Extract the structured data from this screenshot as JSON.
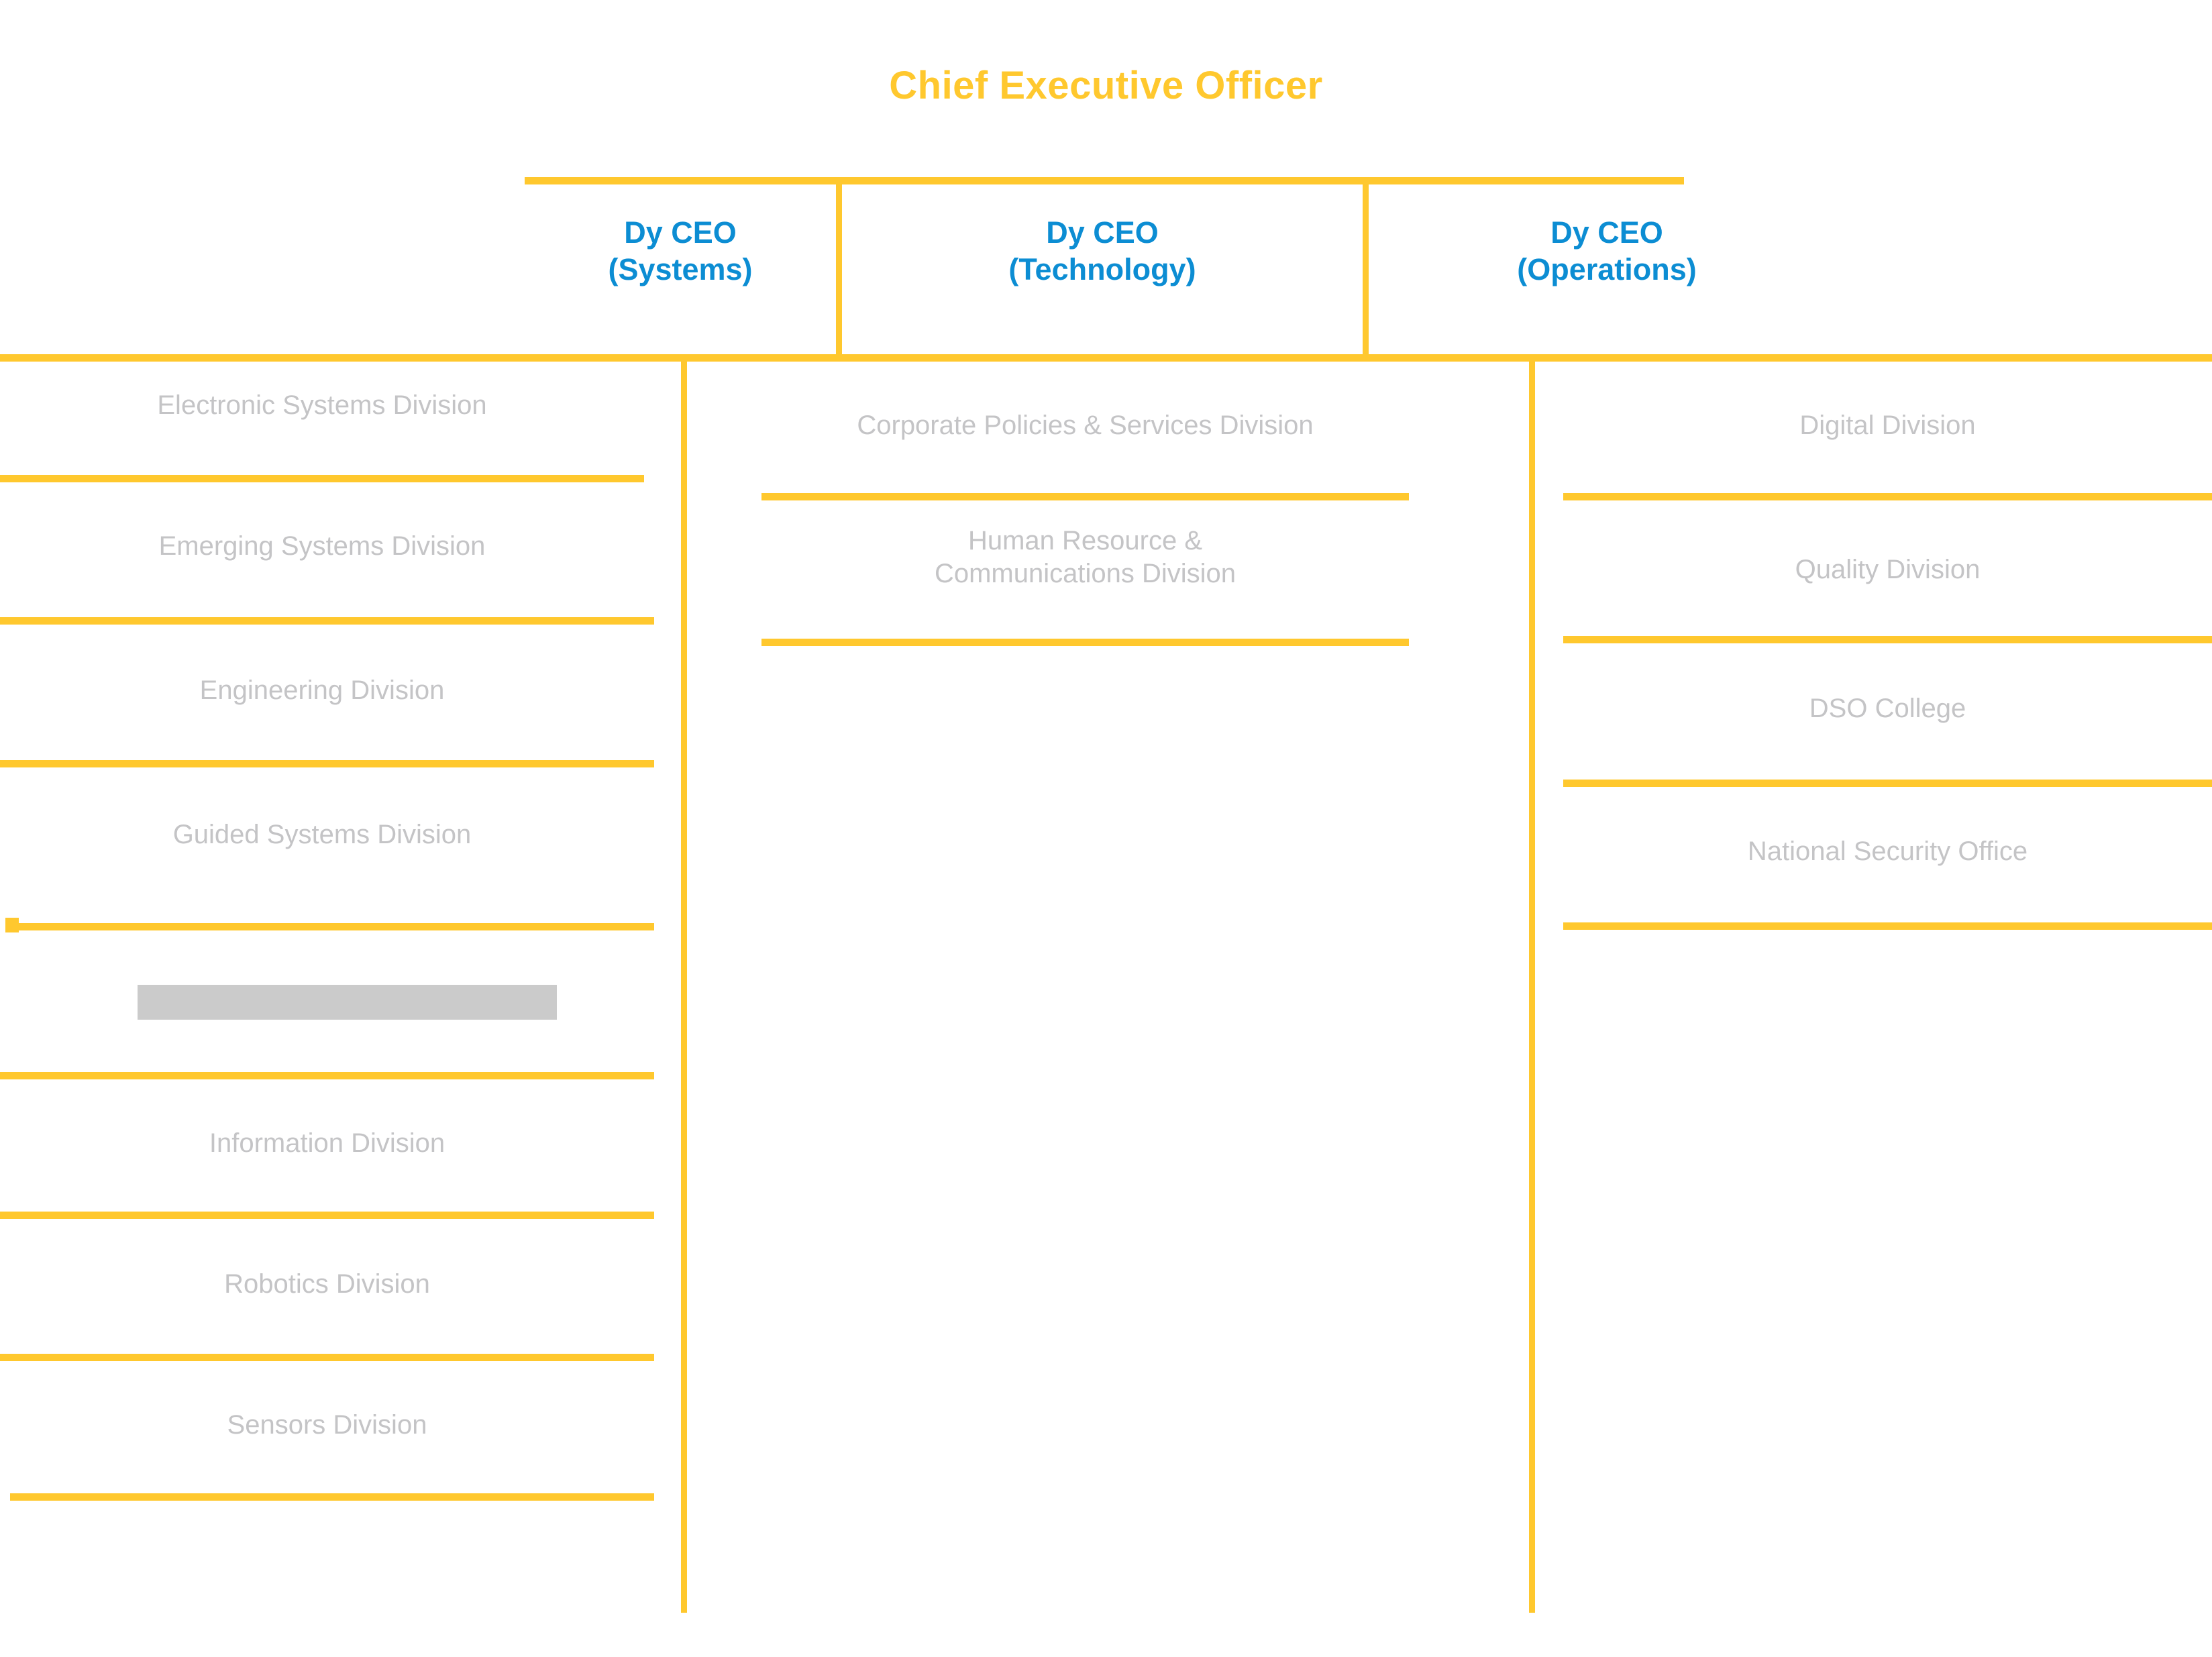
{
  "title": "Chief Executive Officer",
  "colors": {
    "accent_yellow": "#FFC82E",
    "header_blue": "#0C8DD3",
    "division_text_grey": "#C4C4C6",
    "redaction_grey": "#CBCBCB",
    "background": "#FFFFFF"
  },
  "columns": [
    {
      "header_line1": "Dy CEO",
      "header_line2": "(Systems)",
      "divisions": [
        {
          "line1": "Electronic Systems Division",
          "line2": "",
          "redacted": false
        },
        {
          "line1": "Emerging Systems Division",
          "line2": "",
          "redacted": false
        },
        {
          "line1": "Engineering Division",
          "line2": "",
          "redacted": false
        },
        {
          "line1": "Guided Systems Division",
          "line2": "",
          "redacted": false
        },
        {
          "line1": "",
          "line2": "",
          "redacted": true
        },
        {
          "line1": "Information Division",
          "line2": "",
          "redacted": false
        },
        {
          "line1": "Robotics Division",
          "line2": "",
          "redacted": false
        },
        {
          "line1": "Sensors Division",
          "line2": "",
          "redacted": false
        }
      ]
    },
    {
      "header_line1": "Dy CEO",
      "header_line2": "(Technology)",
      "divisions": [
        {
          "line1": "Corporate Policies & Services Division",
          "line2": "",
          "redacted": false
        },
        {
          "line1": "Human Resource &",
          "line2": "Communications Division",
          "redacted": false
        }
      ]
    },
    {
      "header_line1": "Dy CEO",
      "header_line2": "(Operations)",
      "divisions": [
        {
          "line1": "Digital Division",
          "line2": "",
          "redacted": false
        },
        {
          "line1": "Quality Division",
          "line2": "",
          "redacted": false
        },
        {
          "line1": "DSO College",
          "line2": "",
          "redacted": false
        },
        {
          "line1": "National Security Office",
          "line2": "",
          "redacted": false
        }
      ]
    }
  ]
}
